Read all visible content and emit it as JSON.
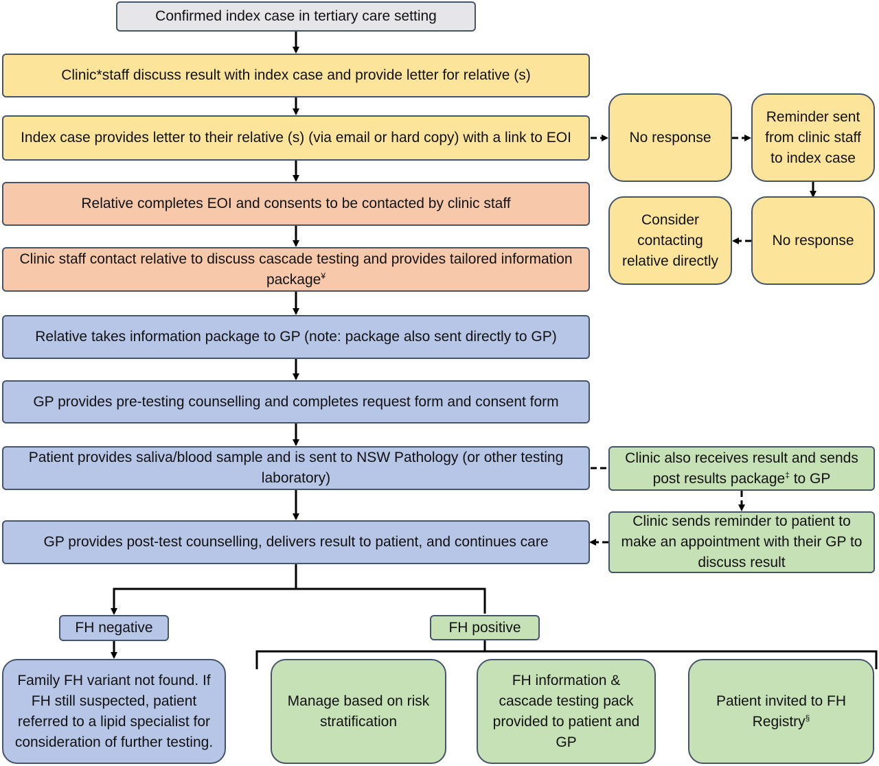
{
  "nodes": {
    "confirmed_index": "Confirmed index case in tertiary care setting",
    "clinic_discuss": "Clinic*staff discuss result with index case and provide letter for relative (s)",
    "index_provides_letter": "Index case provides letter to their relative (s) (via email or hard copy) with a link to EOI",
    "no_response_1": "No response",
    "reminder_sent": "Reminder sent from clinic staff to index case",
    "no_response_2": "No response",
    "consider_contacting": "Consider contacting relative directly",
    "relative_completes_eoi": "Relative completes EOI and consents to be contacted by clinic staff",
    "clinic_contact_relative": "Clinic staff contact relative to discuss cascade testing and provides tailored information package",
    "clinic_contact_relative_mark": "¥",
    "relative_takes_package": "Relative takes information package to GP (note: package also sent directly to GP)",
    "gp_pretest": "GP provides pre-testing counselling and completes request form and consent form",
    "patient_sample": "Patient  provides saliva/blood sample and is sent to NSW Pathology (or other testing laboratory)",
    "clinic_receives_result_a": "Clinic also receives result and sends post results package",
    "clinic_receives_result_mark": "‡",
    "clinic_receives_result_b": " to GP",
    "clinic_sends_reminder": "Clinic sends reminder to patient to make an appointment with their GP to discuss result",
    "gp_posttest": "GP provides post-test counselling, delivers result to patient, and continues care",
    "fh_negative": "FH negative",
    "fh_positive": "FH positive",
    "family_variant_not_found": "Family FH variant not found. If FH still suspected, patient referred to a lipid specialist for consideration of further testing.",
    "manage_risk": "Manage based on risk stratification",
    "fh_info_pack": "FH information & cascade testing pack provided to patient and GP",
    "fh_registry": "Patient invited to FH Registry",
    "fh_registry_mark": "§"
  },
  "colors": {
    "grey": "#e6e6e8",
    "yellow": "#fde49b",
    "orange": "#f7c9aa",
    "blue": "#b7c5e6",
    "green": "#c7e1b6",
    "border": "#44546a",
    "connector": "#000000"
  }
}
